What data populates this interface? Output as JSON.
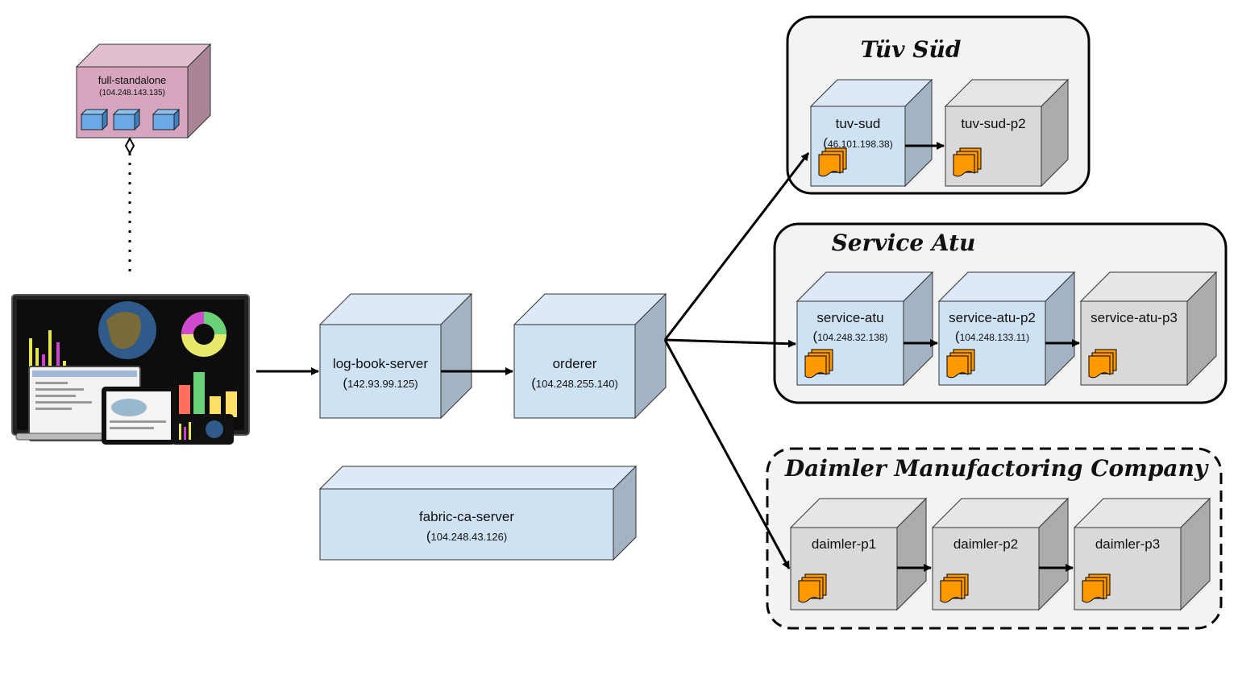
{
  "standalone": {
    "name": "full-standalone",
    "ip": "(104.248.143.135)"
  },
  "log_book_server": {
    "name": "log-book-server",
    "ip_paren": "(",
    "ip": "142.93.99.125)"
  },
  "orderer": {
    "name": "orderer",
    "ip_paren": "(",
    "ip": "104.248.255.140)"
  },
  "fabric_ca": {
    "name": "fabric-ca-server",
    "ip_paren": "(",
    "ip": "104.248.43.126)"
  },
  "groups": {
    "tuv": {
      "title": "Tüv Süd",
      "nodes": [
        {
          "name": "tuv-sud",
          "ip_paren": "(",
          "ip": "46.101.198.38)"
        },
        {
          "name": "tuv-sud-p2"
        }
      ]
    },
    "atu": {
      "title": "Service Atu",
      "nodes": [
        {
          "name": "service-atu",
          "ip_paren": "(",
          "ip": "104.248.32.138)"
        },
        {
          "name": "service-atu-p2",
          "ip_paren": "(",
          "ip": "104.248.133.11)"
        },
        {
          "name": "service-atu-p3"
        }
      ]
    },
    "daimler": {
      "title": "Daimler Manufactoring Company",
      "nodes": [
        {
          "name": "daimler-p1"
        },
        {
          "name": "daimler-p2"
        },
        {
          "name": "daimler-p3"
        }
      ]
    }
  },
  "colors": {
    "blue_front": "#cfe2f3",
    "blue_top": "#dde9f6",
    "blue_side": "#a4b3c3",
    "gray_front": "#d9d9d9",
    "gray_top": "#e6e6e6",
    "gray_side": "#acacac",
    "pink_front": "#d5a6bd",
    "pink_top": "#e1bfd0",
    "pink_side": "#aa8497",
    "ledger": "#ff9900"
  }
}
